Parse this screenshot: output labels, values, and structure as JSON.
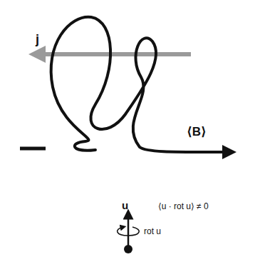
{
  "diagram": {
    "labels": [
      "j",
      "⟨B⟩",
      "u",
      "rot u",
      "⟨u · rot u⟩ ≠ 0"
    ]
  }
}
